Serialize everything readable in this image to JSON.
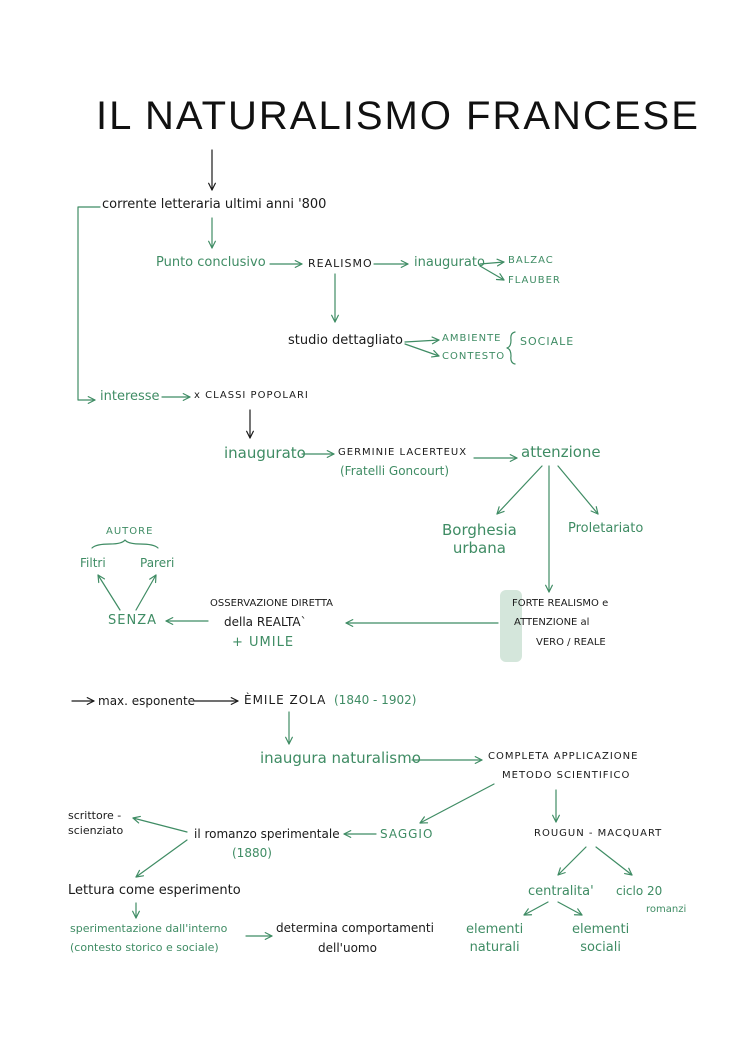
{
  "title": "IL NATURALISMO FRANCESE",
  "nodes": {
    "corrente": "corrente letteraria ultimi anni '800",
    "punto": "Punto conclusivo",
    "realismo": "REALISMO",
    "inaugurato1": "inaugurato",
    "balzac": "BALZAC",
    "flauber": "FLAUBER",
    "studio": "studio dettagliato",
    "ambiente": "AMBIENTE",
    "contesto": "CONTESTO",
    "sociale": "SOCIALE",
    "interesse": "interesse",
    "classi": "x CLASSI POPOLARI",
    "inaugurato2": "inaugurato",
    "germinie": "GERMINIE LACERTEUX",
    "goncourt": "(Fratelli Goncourt)",
    "attenzione": "attenzione",
    "borghesia": "Borghesia\nurbana",
    "proletariato": "Proletariato",
    "autore": "AUTORE",
    "filtri": "Filtri",
    "pareri": "Pareri",
    "senza": "SENZA",
    "osservazione": "OSSERVAZIONE DIRETTA",
    "della_realta": "della REALTA`",
    "umile": "+ UMILE",
    "forte": "FORTE REALISMO e",
    "attenzione_al": "ATTENZIONE al",
    "vero": "VERO / REALE",
    "max": "max. esponente",
    "zola": "ÈMILE ZOLA",
    "zola_years": "(1840 - 1902)",
    "inaugura": "inaugura naturalismo",
    "completa": "COMPLETA APPLICAZIONE",
    "metodo": "METODO SCIENTIFICO",
    "scrittore": "scrittore -\nscienziato",
    "romanzo": "il romanzo sperimentale",
    "anno_1880": "(1880)",
    "saggio": "SAGGIO",
    "rougon": "ROUGUN - MACQUART",
    "lettura": "Lettura come esperimento",
    "sperimentazione": "sperimentazione dall'interno",
    "contesto_storico": "(contesto storico e sociale)",
    "determina": "determina comportamenti",
    "uomo": "dell'uomo",
    "centralita": "centralita'",
    "ciclo": "ciclo 20",
    "romanzi": "romanzi",
    "elementi_nat": "elementi\nnaturali",
    "elementi_soc": "elementi\nsociali"
  },
  "colors": {
    "ink": "#1a1a1a",
    "accent": "#3f8c64"
  }
}
